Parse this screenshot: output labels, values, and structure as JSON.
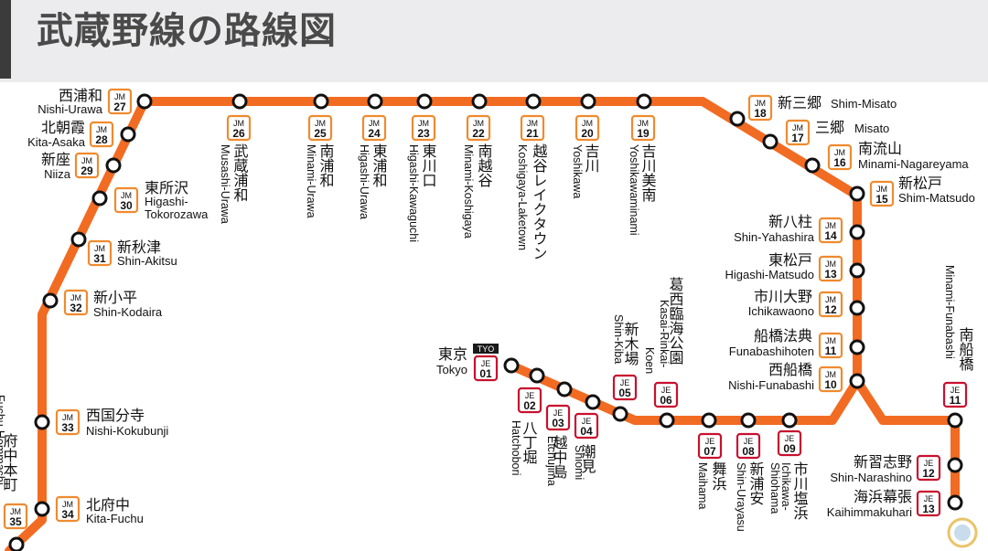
{
  "title": "武蔵野線の路線図",
  "colors": {
    "line": "#f26b22",
    "jm_border": "#f08a2e",
    "je_border": "#c8102e",
    "tyo_bg": "#1a1a1a"
  },
  "tyo_label": "TYO",
  "stations": [
    {
      "id": "fuchu-hommachi",
      "line": "JM",
      "num": "35",
      "ja": "府中本町",
      "en": "Fuchu-Hommachi"
    },
    {
      "id": "kita-fuchu",
      "line": "JM",
      "num": "34",
      "ja": "北府中",
      "en": "Kita-Fuchu"
    },
    {
      "id": "nishi-kokubunji",
      "line": "JM",
      "num": "33",
      "ja": "西国分寺",
      "en": "Nishi-Kokubunji"
    },
    {
      "id": "shin-kodaira",
      "line": "JM",
      "num": "32",
      "ja": "新小平",
      "en": "Shin-Kodaira"
    },
    {
      "id": "shin-akitsu",
      "line": "JM",
      "num": "31",
      "ja": "新秋津",
      "en": "Shin-Akitsu"
    },
    {
      "id": "higashi-tokorozawa",
      "line": "JM",
      "num": "30",
      "ja": "東所沢",
      "en": "Higashi-Tokorozawa"
    },
    {
      "id": "niiza",
      "line": "JM",
      "num": "29",
      "ja": "新座",
      "en": "Niiza"
    },
    {
      "id": "kita-asaka",
      "line": "JM",
      "num": "28",
      "ja": "北朝霞",
      "en": "Kita-Asaka"
    },
    {
      "id": "nishi-urawa",
      "line": "JM",
      "num": "27",
      "ja": "西浦和",
      "en": "Nishi-Urawa"
    },
    {
      "id": "musashi-urawa",
      "line": "JM",
      "num": "26",
      "ja": "武蔵浦和",
      "en": "Musashi-Urawa"
    },
    {
      "id": "minami-urawa",
      "line": "JM",
      "num": "25",
      "ja": "南浦和",
      "en": "Minami-Urawa"
    },
    {
      "id": "higashi-urawa",
      "line": "JM",
      "num": "24",
      "ja": "東浦和",
      "en": "Higashi-Urawa"
    },
    {
      "id": "higashi-kawaguchi",
      "line": "JM",
      "num": "23",
      "ja": "東川口",
      "en": "Higashi-Kawaguchi"
    },
    {
      "id": "minami-koshigaya",
      "line": "JM",
      "num": "22",
      "ja": "南越谷",
      "en": "Minami-Koshigaya"
    },
    {
      "id": "koshigaya-laketown",
      "line": "JM",
      "num": "21",
      "ja": "越谷レイクタウン",
      "en": "Koshigaya-Laketown"
    },
    {
      "id": "yoshikawa",
      "line": "JM",
      "num": "20",
      "ja": "吉川",
      "en": "Yoshikawa"
    },
    {
      "id": "yoshikawaminami",
      "line": "JM",
      "num": "19",
      "ja": "吉川美南",
      "en": "Yoshikawaminami"
    },
    {
      "id": "shin-misato",
      "line": "JM",
      "num": "18",
      "ja": "新三郷",
      "en": "Shim-Misato"
    },
    {
      "id": "misato",
      "line": "JM",
      "num": "17",
      "ja": "三郷",
      "en": "Misato"
    },
    {
      "id": "minami-nagareyama",
      "line": "JM",
      "num": "16",
      "ja": "南流山",
      "en": "Minami-Nagareyama"
    },
    {
      "id": "shin-matsudo",
      "line": "JM",
      "num": "15",
      "ja": "新松戸",
      "en": "Shim-Matsudo"
    },
    {
      "id": "shin-yahashira",
      "line": "JM",
      "num": "14",
      "ja": "新八柱",
      "en": "Shin-Yahashira"
    },
    {
      "id": "higashi-matsudo",
      "line": "JM",
      "num": "13",
      "ja": "東松戸",
      "en": "Higashi-Matsudo"
    },
    {
      "id": "ichikawaono",
      "line": "JM",
      "num": "12",
      "ja": "市川大野",
      "en": "Ichikawaono"
    },
    {
      "id": "funabashihoten",
      "line": "JM",
      "num": "11",
      "ja": "船橋法典",
      "en": "Funabashihoten"
    },
    {
      "id": "nishi-funabashi",
      "line": "JM",
      "num": "10",
      "ja": "西船橋",
      "en": "Nishi-Funabashi"
    },
    {
      "id": "tokyo",
      "line": "JE",
      "num": "01",
      "ja": "東京",
      "en": "Tokyo"
    },
    {
      "id": "hatchobori",
      "line": "JE",
      "num": "02",
      "ja": "八丁堀",
      "en": "Hatchobori"
    },
    {
      "id": "etchujima",
      "line": "JE",
      "num": "03",
      "ja": "越中島",
      "en": "Etchujima"
    },
    {
      "id": "shiomi",
      "line": "JE",
      "num": "04",
      "ja": "潮見",
      "en": "Shiomi"
    },
    {
      "id": "shin-kiba",
      "line": "JE",
      "num": "05",
      "ja": "新木場",
      "en": "Shin-Kiba"
    },
    {
      "id": "kasai-rinkai-koen",
      "line": "JE",
      "num": "06",
      "ja": "葛西臨海公園",
      "en": "Kasai-Rinkai-Koen"
    },
    {
      "id": "maihama",
      "line": "JE",
      "num": "07",
      "ja": "舞浜",
      "en": "Maihama"
    },
    {
      "id": "shin-urayasu",
      "line": "JE",
      "num": "08",
      "ja": "新浦安",
      "en": "Shin-Urayasu"
    },
    {
      "id": "ichikawa-shiohama",
      "line": "JE",
      "num": "09",
      "ja": "市川塩浜",
      "en": "Ichikawa-Shiohama"
    },
    {
      "id": "minami-funabashi",
      "line": "JE",
      "num": "11",
      "ja": "南船橋",
      "en": "Minami-Funabashi"
    },
    {
      "id": "shin-narashino",
      "line": "JE",
      "num": "12",
      "ja": "新習志野",
      "en": "Shin-Narashino"
    },
    {
      "id": "kaihimmakuhari",
      "line": "JE",
      "num": "13",
      "ja": "海浜幕張",
      "en": "Kaihimmakuhari"
    }
  ]
}
